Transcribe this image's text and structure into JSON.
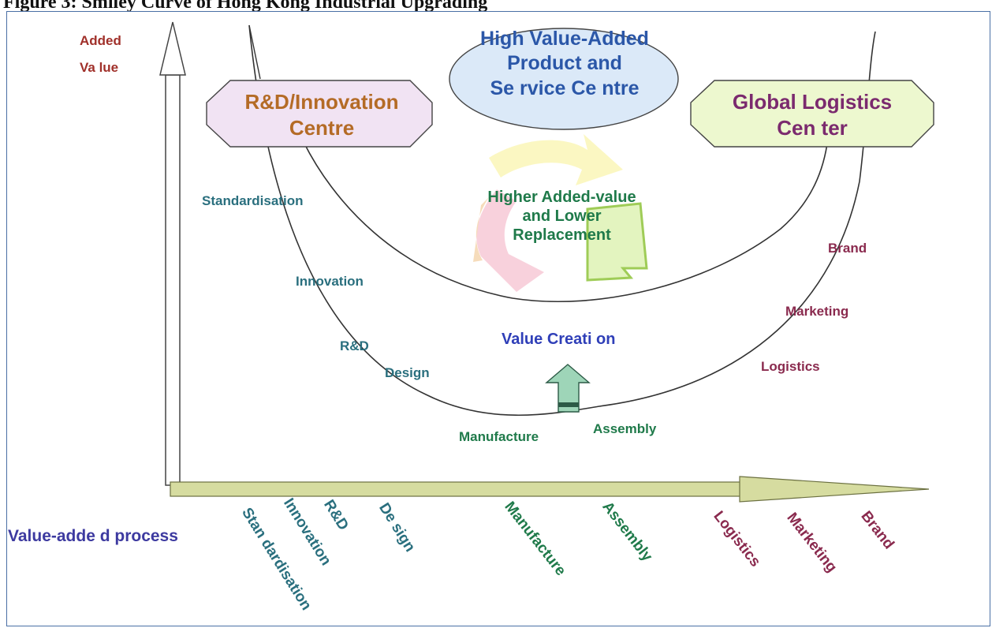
{
  "caption": "Figure 3: Smiley Curve of Hong Kong Industrial Upgrading",
  "y_axis_label": [
    "Added",
    "Va lue"
  ],
  "x_axis_label": "Value-adde d process",
  "top_centre": [
    "High Value-Added",
    "Product and",
    "Se rvice Ce ntre"
  ],
  "left_node": [
    "R&D/Innovation",
    "Centre"
  ],
  "right_node": [
    "Global Logistics",
    "Cen ter"
  ],
  "centre_text": [
    "Higher Added-value",
    "and Lower",
    "Replacement"
  ],
  "value_creation": "Value Creati on",
  "curve_labels": {
    "standardisation": "Standardisation",
    "innovation": "Innovation",
    "rd": "R&D",
    "design": "Design",
    "manufacture": "Manufacture",
    "assembly": "Assembly",
    "brand": "Brand",
    "marketing": "Marketing",
    "logistics": "Logistics"
  },
  "process_steps": [
    "Stan dardisation",
    "Innovation",
    "R&D",
    "De sign",
    "Manufacture",
    "Assembly",
    "Logistics",
    "Marketing",
    "Brand"
  ],
  "colors": {
    "left_node_fill": "#f1e3f3",
    "top_node_fill": "#dbe9f8",
    "right_node_fill": "#edf8cf",
    "axis_arrow_fill": "#d6dca0"
  }
}
